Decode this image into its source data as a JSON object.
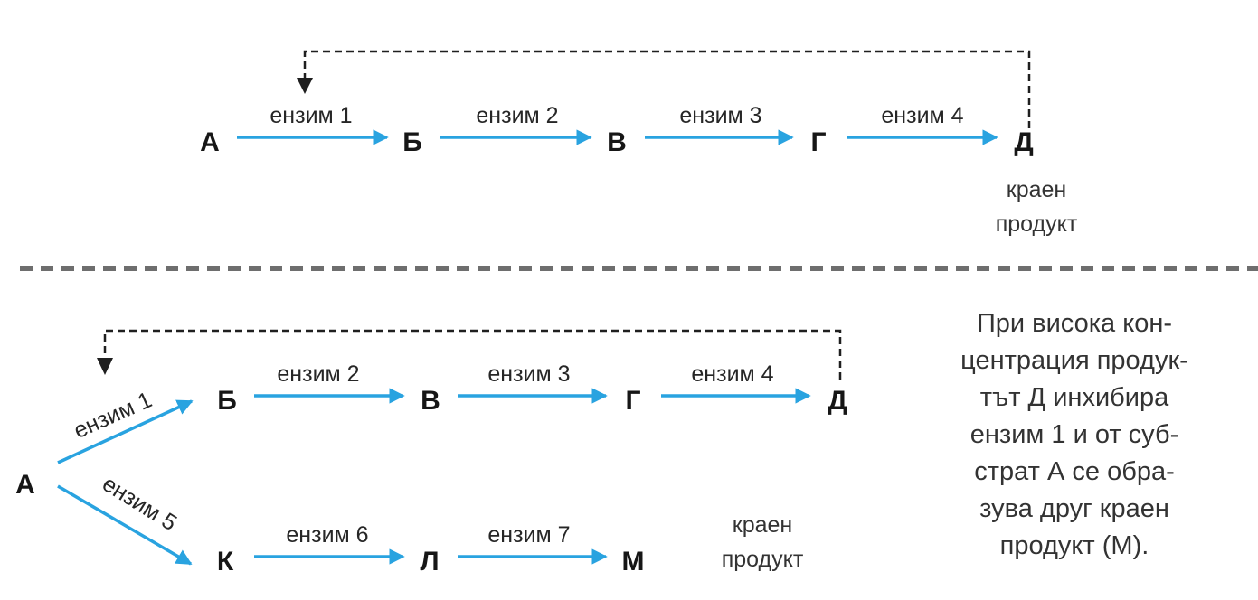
{
  "top": {
    "nodes": [
      "А",
      "Б",
      "В",
      "Г",
      "Д"
    ],
    "enzymes": [
      "ензим 1",
      "ензим 2",
      "ензим 3",
      "ензим 4"
    ],
    "end_label_line1": "краен",
    "end_label_line2": "продукт"
  },
  "bottom": {
    "branch1_nodes": [
      "А",
      "Б",
      "В",
      "Г",
      "Д"
    ],
    "branch1_enzymes": [
      "ензим 1",
      "ензим 2",
      "ензим 3",
      "ензим 4"
    ],
    "branch2_nodes": [
      "К",
      "Л",
      "М"
    ],
    "branch2_enzymes": [
      "ензим 5",
      "ензим 6",
      "ензим 7"
    ],
    "end_label_line1": "краен",
    "end_label_line2": "продукт"
  },
  "explanation": {
    "lines": [
      "При висока кон-",
      "центрация продук-",
      "тът Д инхибира",
      "ензим 1 и от суб-",
      "страт А се обра-",
      "зува друг краен",
      "продукт (М)."
    ]
  },
  "colors": {
    "arrow": "#29a3e0",
    "feedback": "#1f1f1f",
    "divider": "#6e6e6e"
  }
}
